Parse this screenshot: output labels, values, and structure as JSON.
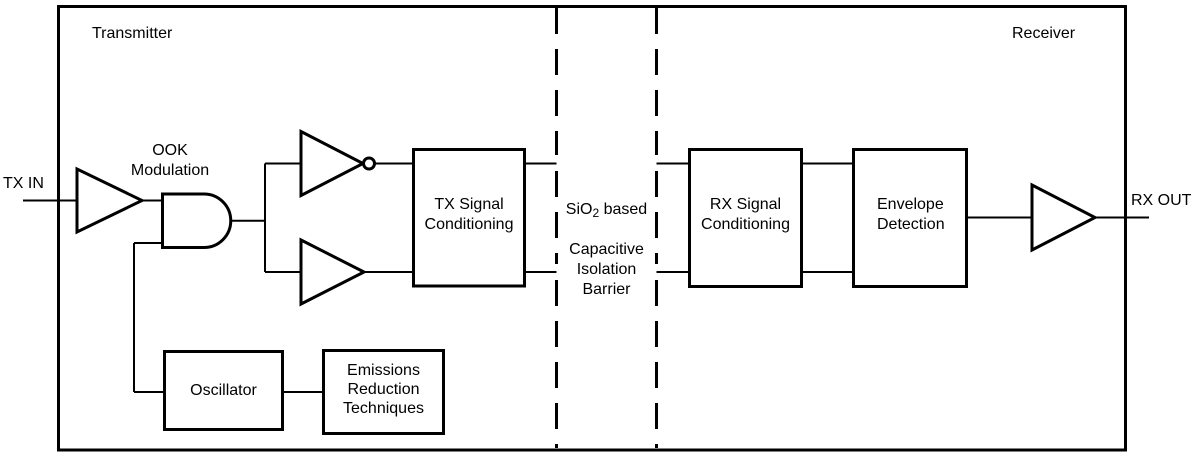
{
  "diagram": {
    "sections": {
      "left": "Transmitter",
      "right": "Receiver"
    },
    "io": {
      "input": "TX IN",
      "output": "RX OUT"
    },
    "annotations": {
      "ook_modulation": "OOK\nModulation",
      "barrier_prefix": "SiO",
      "barrier_sub": "2",
      "barrier_suffix": " based",
      "barrier_rest": "Capacitive\nIsolation\nBarrier"
    },
    "blocks": {
      "tx_signal_conditioning": "TX Signal\nConditioning",
      "rx_signal_conditioning": "RX Signal\nConditioning",
      "envelope_detection": "Envelope\nDetection",
      "oscillator": "Oscillator",
      "emissions_reduction": "Emissions\nReduction\nTechniques"
    },
    "colors": {
      "stroke": "#000000",
      "background": "#ffffff"
    }
  }
}
